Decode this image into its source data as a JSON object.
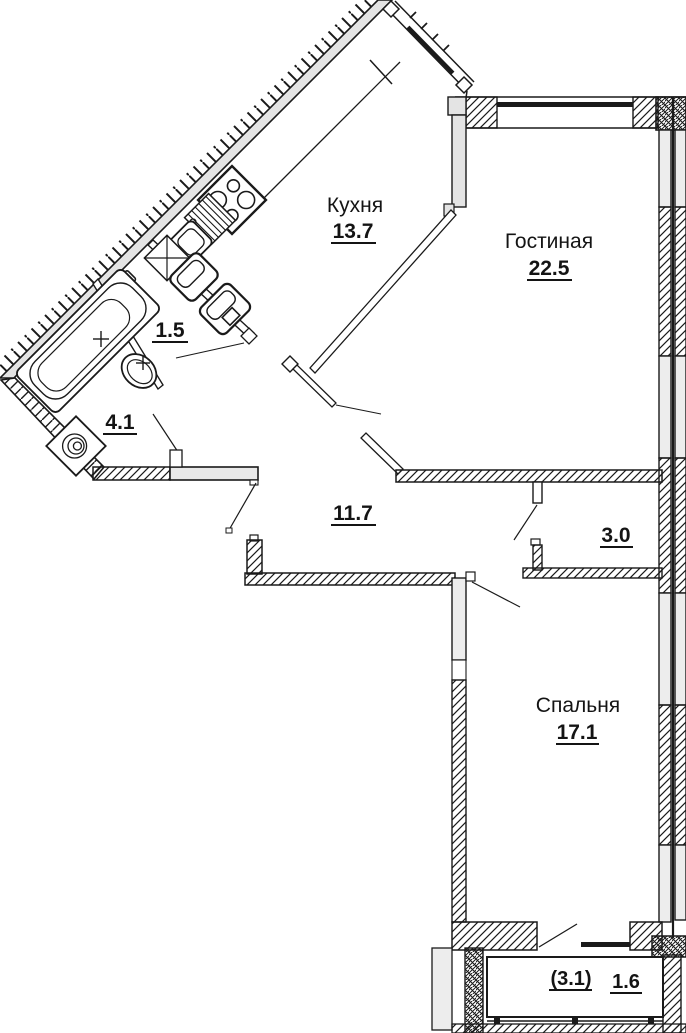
{
  "plan": {
    "rooms": {
      "kitchen": {
        "name": "Кухня",
        "area": "13.7"
      },
      "living": {
        "name": "Гостиная",
        "area": "22.5"
      },
      "wc": {
        "area": "1.5"
      },
      "bath": {
        "area": "4.1"
      },
      "hall": {
        "area": "11.7"
      },
      "corridor": {
        "area": "3.0"
      },
      "bedroom": {
        "name": "Спальня",
        "area": "17.1"
      },
      "loggia": {
        "area_total": "(3.1)",
        "area": "1.6"
      }
    },
    "colors": {
      "line": "#1a1a1a",
      "wall_fill": "#e4e4e4",
      "window_fill": "#ededed"
    }
  }
}
